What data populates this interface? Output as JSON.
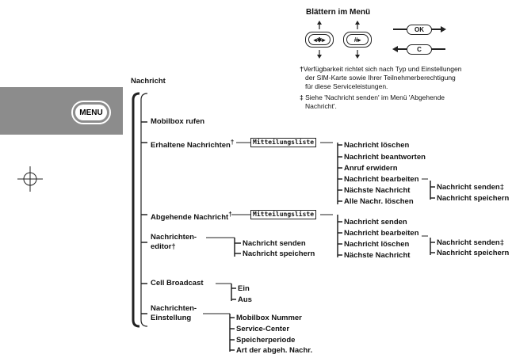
{
  "legend": {
    "title": "Blättern im Menü",
    "key_ok": "OK",
    "key_c": "C",
    "key_star": "◂✱▸",
    "key_hash": "#▸"
  },
  "notes": {
    "dagger_mark": "†",
    "dagger_line1": "Verfügbarkeit richtet sich nach Typ und Einstellungen",
    "dagger_line2": "der SIM-Karte sowie Ihrer Teilnehmerberechtigung",
    "dagger_line3": "für diese Serviceleistungen.",
    "ddagger_mark": "‡",
    "ddagger_line1": "Siehe 'Nachricht senden' im Menü 'Abgehende",
    "ddagger_line2": "Nachricht'."
  },
  "menu_button": "MENU",
  "root": "Nachricht",
  "level1": {
    "mobilbox": "Mobilbox rufen",
    "erhaltene": "Erhaltene Nachrichten",
    "abgehende": "Abgehende Nachricht",
    "editor_1": "Nachrichten-",
    "editor_2": "editor",
    "cell": "Cell Broadcast",
    "einst_1": "Nachrichten-",
    "einst_2": "Einstellung"
  },
  "marks": {
    "dagger": "†",
    "ddagger": "‡"
  },
  "list_label": "Mitteilungsliste",
  "erhaltene_items": [
    "Nachricht löschen",
    "Nachricht beantworten",
    "Anruf erwidern",
    "Nachricht bearbeiten",
    "Nächste Nachricht",
    "Alle Nachr. löschen"
  ],
  "abgehende_items": [
    "Nachricht senden",
    "Nachricht bearbeiten",
    "Nachricht löschen",
    "Nächste Nachricht"
  ],
  "edit_sub": [
    "Nachricht senden",
    "Nachricht speichern"
  ],
  "editor_items": [
    "Nachricht senden",
    "Nachricht speichern"
  ],
  "cell_items": [
    "Ein",
    "Aus"
  ],
  "einst_items": [
    "Mobilbox Nummer",
    "Service-Center",
    "Speicherperiode",
    "Art der abgeh. Nachr."
  ]
}
